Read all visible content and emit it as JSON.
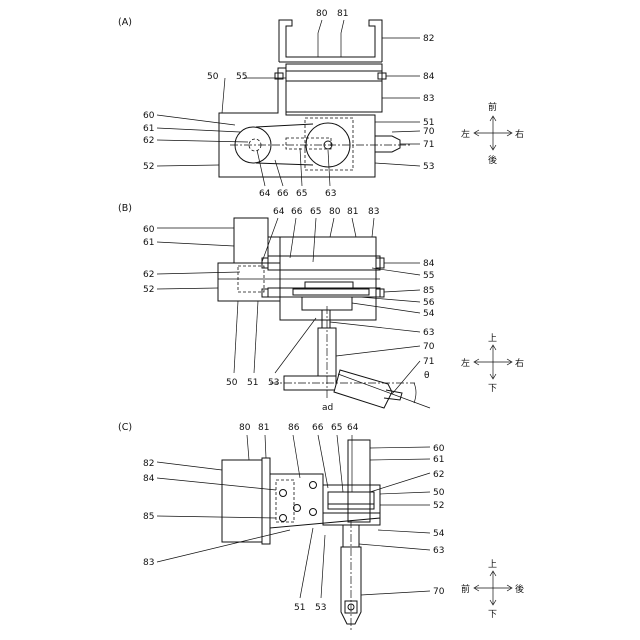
{
  "panels": {
    "a": {
      "title": "(A)",
      "refs": {
        "r80": "80",
        "r81": "81",
        "r82": "82",
        "r50": "50",
        "r55": "55",
        "r84": "84",
        "r83": "83",
        "r60": "60",
        "r61": "61",
        "r62": "62",
        "r51": "51",
        "r70": "70",
        "r71": "71",
        "r52": "52",
        "r53": "53",
        "r64": "64",
        "r66": "66",
        "r65": "65",
        "r63": "63"
      },
      "directions": {
        "up": "前",
        "down": "後",
        "left": "左",
        "right": "右"
      }
    },
    "b": {
      "title": "(B)",
      "refs": {
        "r60": "60",
        "r61": "61",
        "r64": "64",
        "r66": "66",
        "r65": "65",
        "r80": "80",
        "r81": "81",
        "r83": "83",
        "r84": "84",
        "r55": "55",
        "r62": "62",
        "r52": "52",
        "r85": "85",
        "r56": "56",
        "r54": "54",
        "r63": "63",
        "r70": "70",
        "r71": "71",
        "r53": "53",
        "r50": "50",
        "r51": "51",
        "ad": "ad",
        "theta": "θ"
      },
      "directions": {
        "up": "上",
        "down": "下",
        "left": "左",
        "right": "右"
      }
    },
    "c": {
      "title": "(C)",
      "refs": {
        "r80": "80",
        "r81": "81",
        "r86": "86",
        "r66": "66",
        "r65": "65",
        "r64": "64",
        "r60": "60",
        "r61": "61",
        "r62": "62",
        "r82": "82",
        "r84": "84",
        "r50": "50",
        "r52": "52",
        "r85": "85",
        "r54": "54",
        "r83": "83",
        "r63": "63",
        "r51": "51",
        "r53": "53",
        "r70": "70"
      },
      "directions": {
        "up": "上",
        "down": "下",
        "left": "前",
        "right": "後"
      }
    }
  }
}
